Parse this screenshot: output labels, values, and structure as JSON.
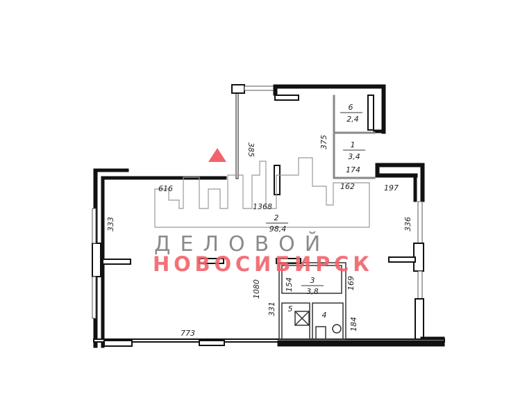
{
  "plan": {
    "rooms": [
      {
        "number": "1",
        "area": "3,4"
      },
      {
        "number": "2",
        "area": "98,4"
      },
      {
        "number": "3",
        "area": "3,8"
      },
      {
        "number": "4"
      },
      {
        "number": "5"
      },
      {
        "number": "6",
        "area": "2,4"
      }
    ],
    "dimensions": {
      "d385": "385",
      "d375": "375",
      "d174": "174",
      "d616": "616",
      "d162": "162",
      "d197": "197",
      "d1368": "1368",
      "d333": "333",
      "d336": "336",
      "d1080": "1080",
      "d154": "154",
      "d169": "169",
      "d331": "331",
      "d184": "184",
      "d773": "773"
    }
  },
  "watermark": {
    "line1": "ДЕЛОВОЙ",
    "line2": "НОВОСИБИРСК",
    "accent": "#f0636a"
  }
}
